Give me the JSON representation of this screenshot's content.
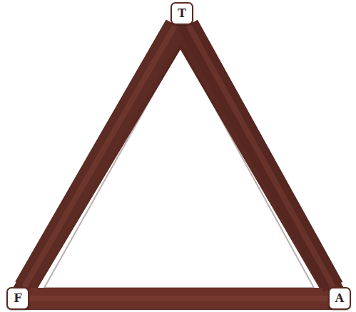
{
  "diagram": {
    "nodes": [
      {
        "text": [
          "T"
        ]
      },
      {
        "text": [
          "F"
        ]
      },
      {
        "text": [
          "A"
        ]
      }
    ],
    "edges": [
      {
        "from": 0,
        "to": 1,
        "arrow": "none"
      },
      {
        "from": 1,
        "to": 2,
        "arrow": "none"
      },
      {
        "from": 2,
        "to": 0,
        "arrow": "none"
      }
    ]
  }
}
